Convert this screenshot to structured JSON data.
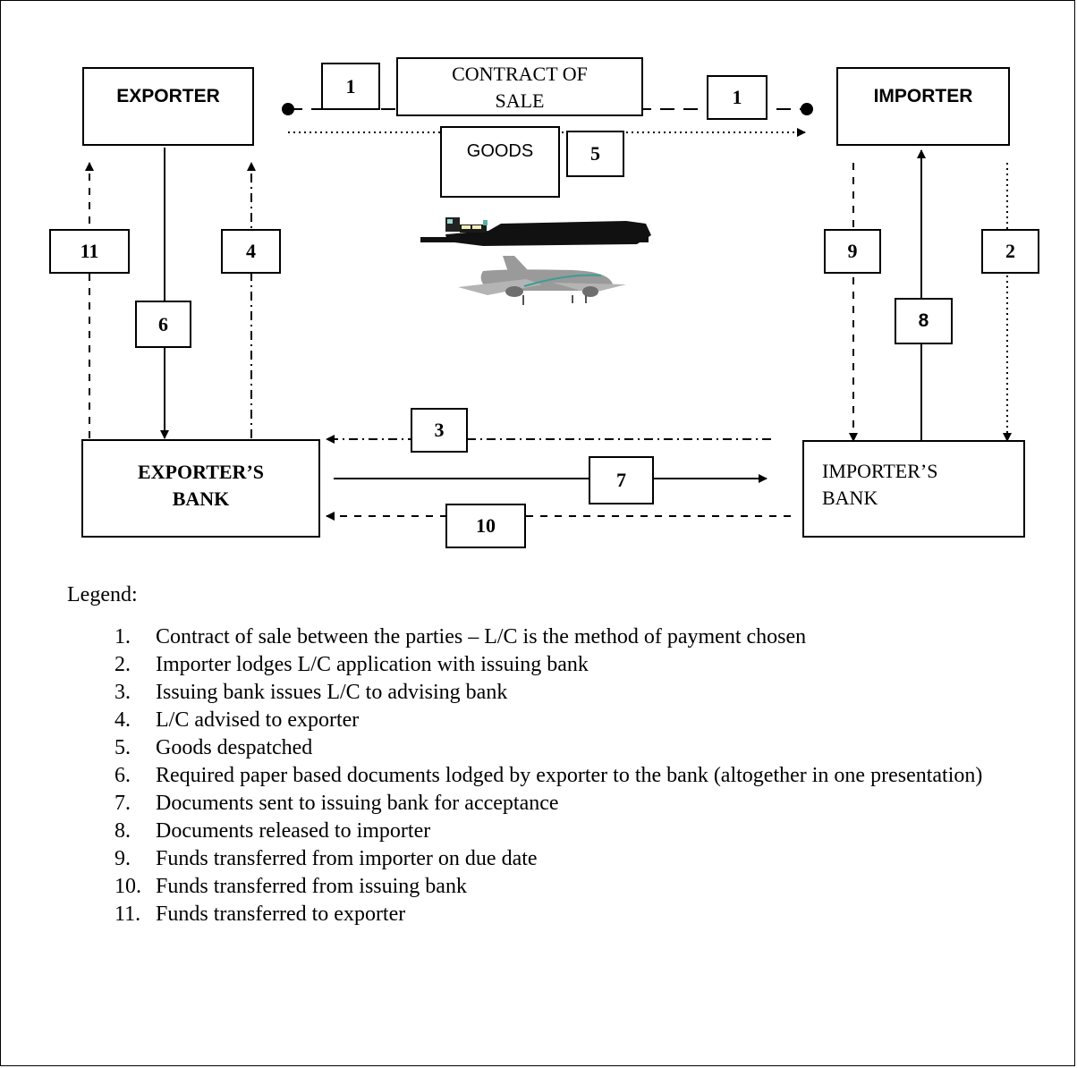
{
  "diagram": {
    "exporter": "EXPORTER",
    "importer": "IMPORTER",
    "exporters_bank": [
      "EXPORTER’S",
      "BANK"
    ],
    "importers_bank": [
      "IMPORTER’S",
      "BANK"
    ],
    "contract": [
      "CONTRACT OF",
      "SALE"
    ],
    "goods": "GOODS",
    "steps": {
      "s1a": "1",
      "s1b": "1",
      "s2": "2",
      "s3": "3",
      "s4": "4",
      "s5": "5",
      "s6": "6",
      "s7": "7",
      "s8": "8",
      "s9": "9",
      "s10": "10",
      "s11": "11"
    },
    "icons": [
      "ship-icon",
      "airplane-icon"
    ]
  },
  "legend": {
    "title": "Legend:",
    "items": [
      {
        "n": "1.",
        "text": "Contract of sale between the parties – L/C is the method of payment chosen"
      },
      {
        "n": "2.",
        "text": "Importer lodges L/C application with issuing bank"
      },
      {
        "n": "3.",
        "text": "Issuing bank issues L/C to advising bank"
      },
      {
        "n": "4.",
        "text": "L/C advised to exporter"
      },
      {
        "n": "5.",
        "text": "Goods despatched"
      },
      {
        "n": "6.",
        "text": "Required paper based documents lodged by exporter to the bank (altogether in one presentation)"
      },
      {
        "n": "7.",
        "text": "Documents sent to issuing bank for acceptance"
      },
      {
        "n": "8.",
        "text": "Documents released to importer"
      },
      {
        "n": "9.",
        "text": "Funds transferred from importer on due date"
      },
      {
        "n": "10.",
        "text": "Funds transferred from issuing bank"
      },
      {
        "n": "11.",
        "text": "Funds transferred to exporter"
      }
    ]
  }
}
